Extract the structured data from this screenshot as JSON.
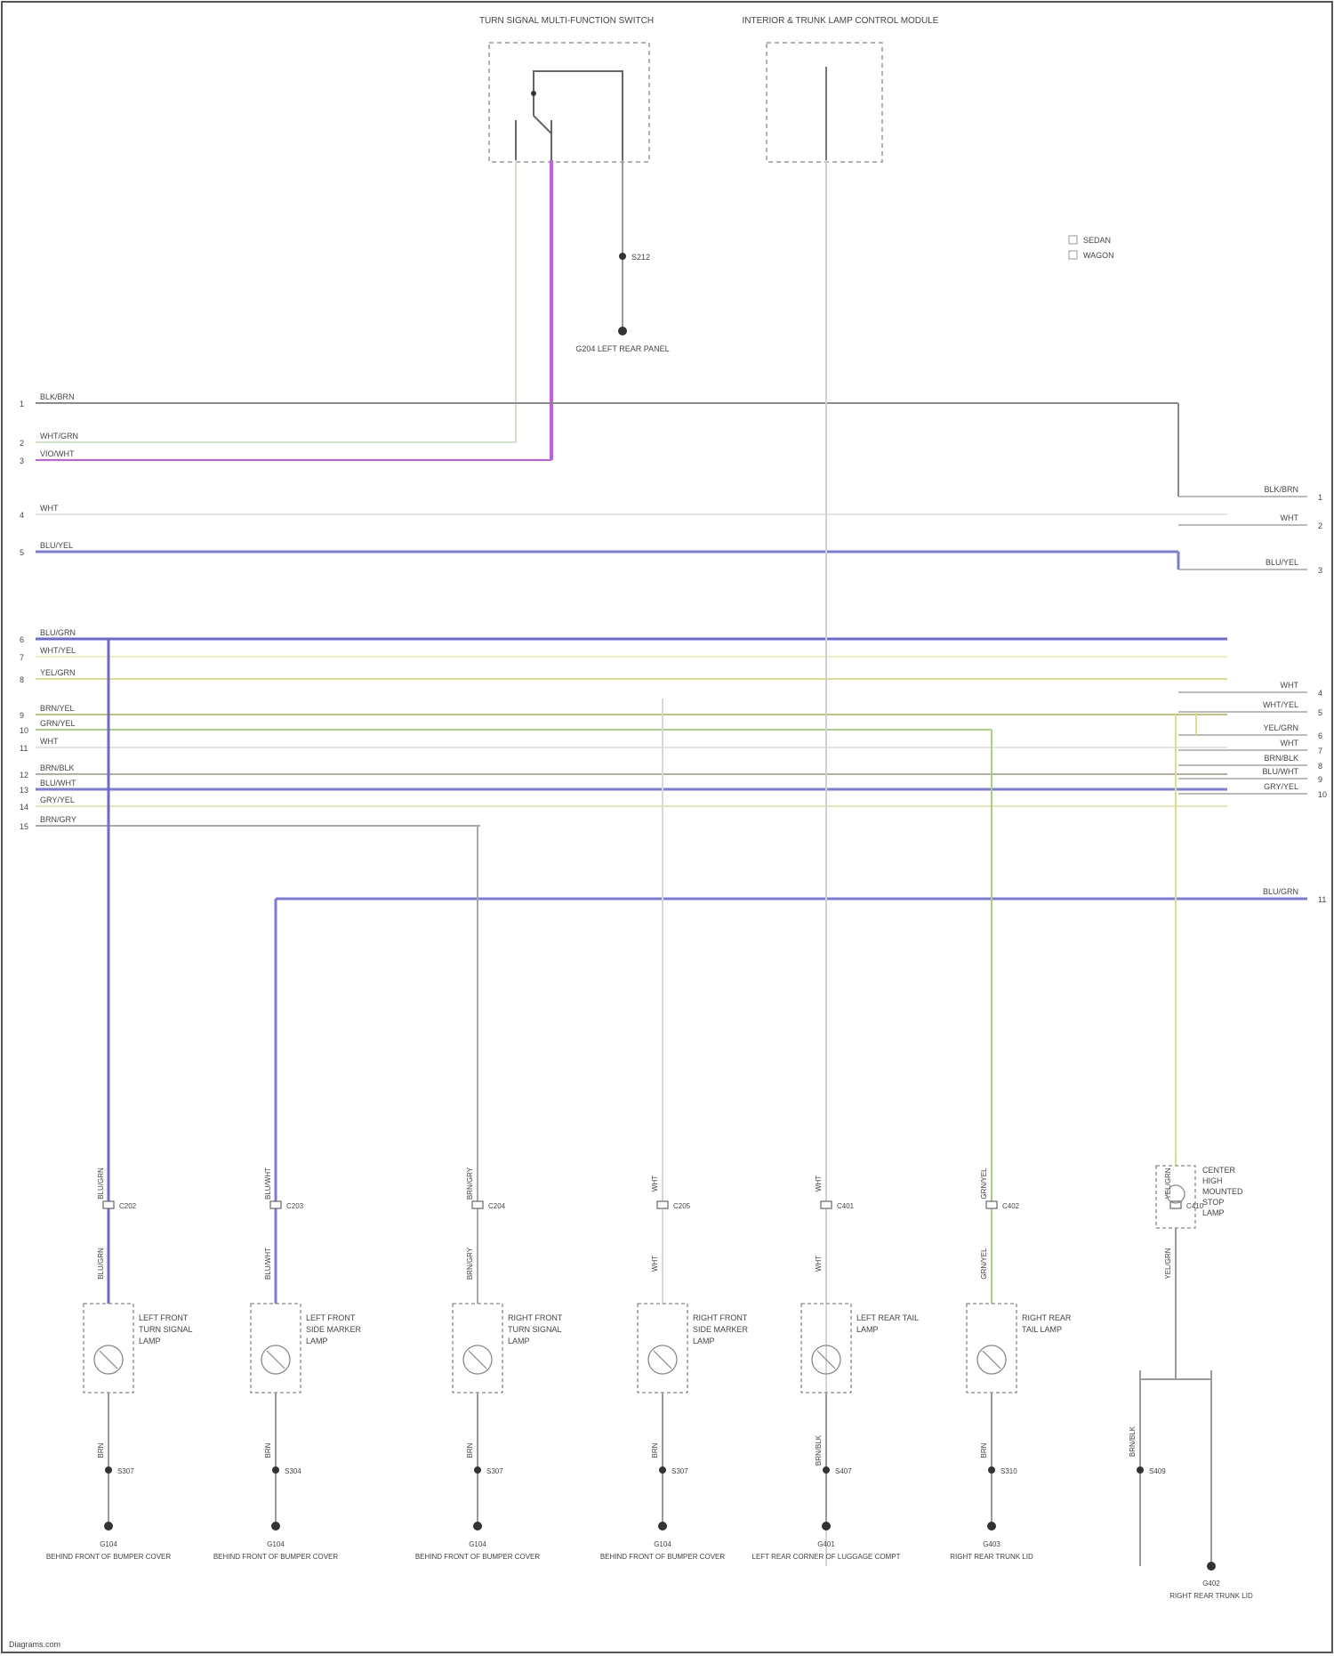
{
  "title_top_left": "TURN SIGNAL MULTI-FUNCTION SWITCH",
  "title_top_right": "INTERIOR & TRUNK LAMP CONTROL MODULE",
  "legend": {
    "line1": "SEDAN",
    "line2": "WAGON"
  },
  "ground_top": "G204 LEFT REAR PANEL",
  "splice_top": "S212",
  "bus": {
    "left": [
      {
        "pin": "1",
        "label": "BLK/BRN",
        "color": "#8a8a8a"
      },
      {
        "pin": "2",
        "label": "WHT/GRN",
        "color": "#cfe3c8"
      },
      {
        "pin": "3",
        "label": "VIO/WHT",
        "color": "#c75be6"
      },
      {
        "pin": "4",
        "label": "WHT",
        "color": "#e3e3e3"
      },
      {
        "pin": "5",
        "label": "BLU/YEL",
        "color": "#7b7bdc"
      },
      {
        "pin": "6",
        "label": "BLU/GRN",
        "color": "#6a6ad4"
      },
      {
        "pin": "7",
        "label": "WHT/YEL",
        "color": "#f2f2b8"
      },
      {
        "pin": "8",
        "label": "YEL/GRN",
        "color": "#dede8a"
      },
      {
        "pin": "9",
        "label": "BRN/YEL",
        "color": "#c2c27a"
      },
      {
        "pin": "10",
        "label": "GRN/YEL",
        "color": "#a9d07e"
      },
      {
        "pin": "11",
        "label": "WHT",
        "color": "#e3e3e3"
      },
      {
        "pin": "12",
        "label": "BRN/BLK",
        "color": "#b0b0a0"
      },
      {
        "pin": "13",
        "label": "BLU/WHT",
        "color": "#7b7bdc"
      },
      {
        "pin": "14",
        "label": "GRY/YEL",
        "color": "#e6e6b0"
      },
      {
        "pin": "15",
        "label": "BRN/GRY",
        "color": "#a8a8a8"
      }
    ],
    "right": [
      {
        "pin": "1",
        "label": "BLK/BRN"
      },
      {
        "pin": "2",
        "label": "WHT"
      },
      {
        "pin": "3",
        "label": "BLU/YEL"
      },
      {
        "pin": "4",
        "label": "WHT"
      },
      {
        "pin": "5",
        "label": "WHT/YEL"
      },
      {
        "pin": "6",
        "label": "YEL/GRN"
      },
      {
        "pin": "7",
        "label": "WHT"
      },
      {
        "pin": "8",
        "label": "BRN/BLK"
      },
      {
        "pin": "9",
        "label": "BLU/WHT"
      },
      {
        "pin": "10",
        "label": "GRY/YEL"
      },
      {
        "pin": "11",
        "label": "BLU/GRN"
      }
    ]
  },
  "lamps": [
    {
      "name": "LEFT FRONT TURN SIGNAL LAMP",
      "wire_top": "BLU/GRN",
      "conn": "C202",
      "wire_mid": "BLU/GRN",
      "wire_bottom": "BRN",
      "splice": "S307",
      "ground": "G104",
      "ground_note": "BEHIND FRONT OF BUMPER COVER"
    },
    {
      "name": "LEFT FRONT SIDE MARKER LAMP",
      "wire_top": "BLU/WHT",
      "conn": "C203",
      "wire_mid": "BLU/WHT",
      "wire_bottom": "BRN",
      "splice": "S304",
      "ground": "G104",
      "ground_note": "BEHIND FRONT OF BUMPER COVER"
    },
    {
      "name": "RIGHT FRONT TURN SIGNAL LAMP",
      "wire_top": "BRN/GRY",
      "conn": "C204",
      "wire_mid": "BRN/GRY",
      "wire_bottom": "BRN",
      "splice": "S307",
      "ground": "G104",
      "ground_note": "BEHIND FRONT OF BUMPER COVER"
    },
    {
      "name": "RIGHT FRONT SIDE MARKER LAMP",
      "wire_top": "WHT",
      "conn": "C205",
      "wire_mid": "WHT",
      "wire_bottom": "BRN",
      "splice": "S307",
      "ground": "G104",
      "ground_note": "BEHIND FRONT OF BUMPER COVER"
    },
    {
      "name": "LEFT REAR TAIL LAMP",
      "wire_top": "WHT",
      "conn": "C401",
      "wire_mid": "WHT",
      "wire_bottom": "BRN/BLK",
      "splice": "S407",
      "ground": "G401",
      "ground_note": "LEFT REAR CORNER OF LUGGAGE COMPT"
    },
    {
      "name": "RIGHT REAR TAIL LAMP",
      "wire_top": "GRN/YEL",
      "conn": "C402",
      "wire_mid": "GRN/YEL",
      "wire_bottom": "BRN",
      "splice": "S310",
      "ground": "G403",
      "ground_note": "RIGHT REAR TRUNK LID"
    },
    {
      "name": "CENTER HIGH MOUNTED STOP LAMP",
      "wire_top": "YEL/GRN",
      "conn": "C410",
      "wire_mid": "YEL/GRN",
      "wire_bottom": "BRN/BLK",
      "splice": "S409",
      "ground": "G402",
      "ground_note": "RIGHT REAR TRUNK LID"
    }
  ],
  "footer": "Diagrams.com"
}
